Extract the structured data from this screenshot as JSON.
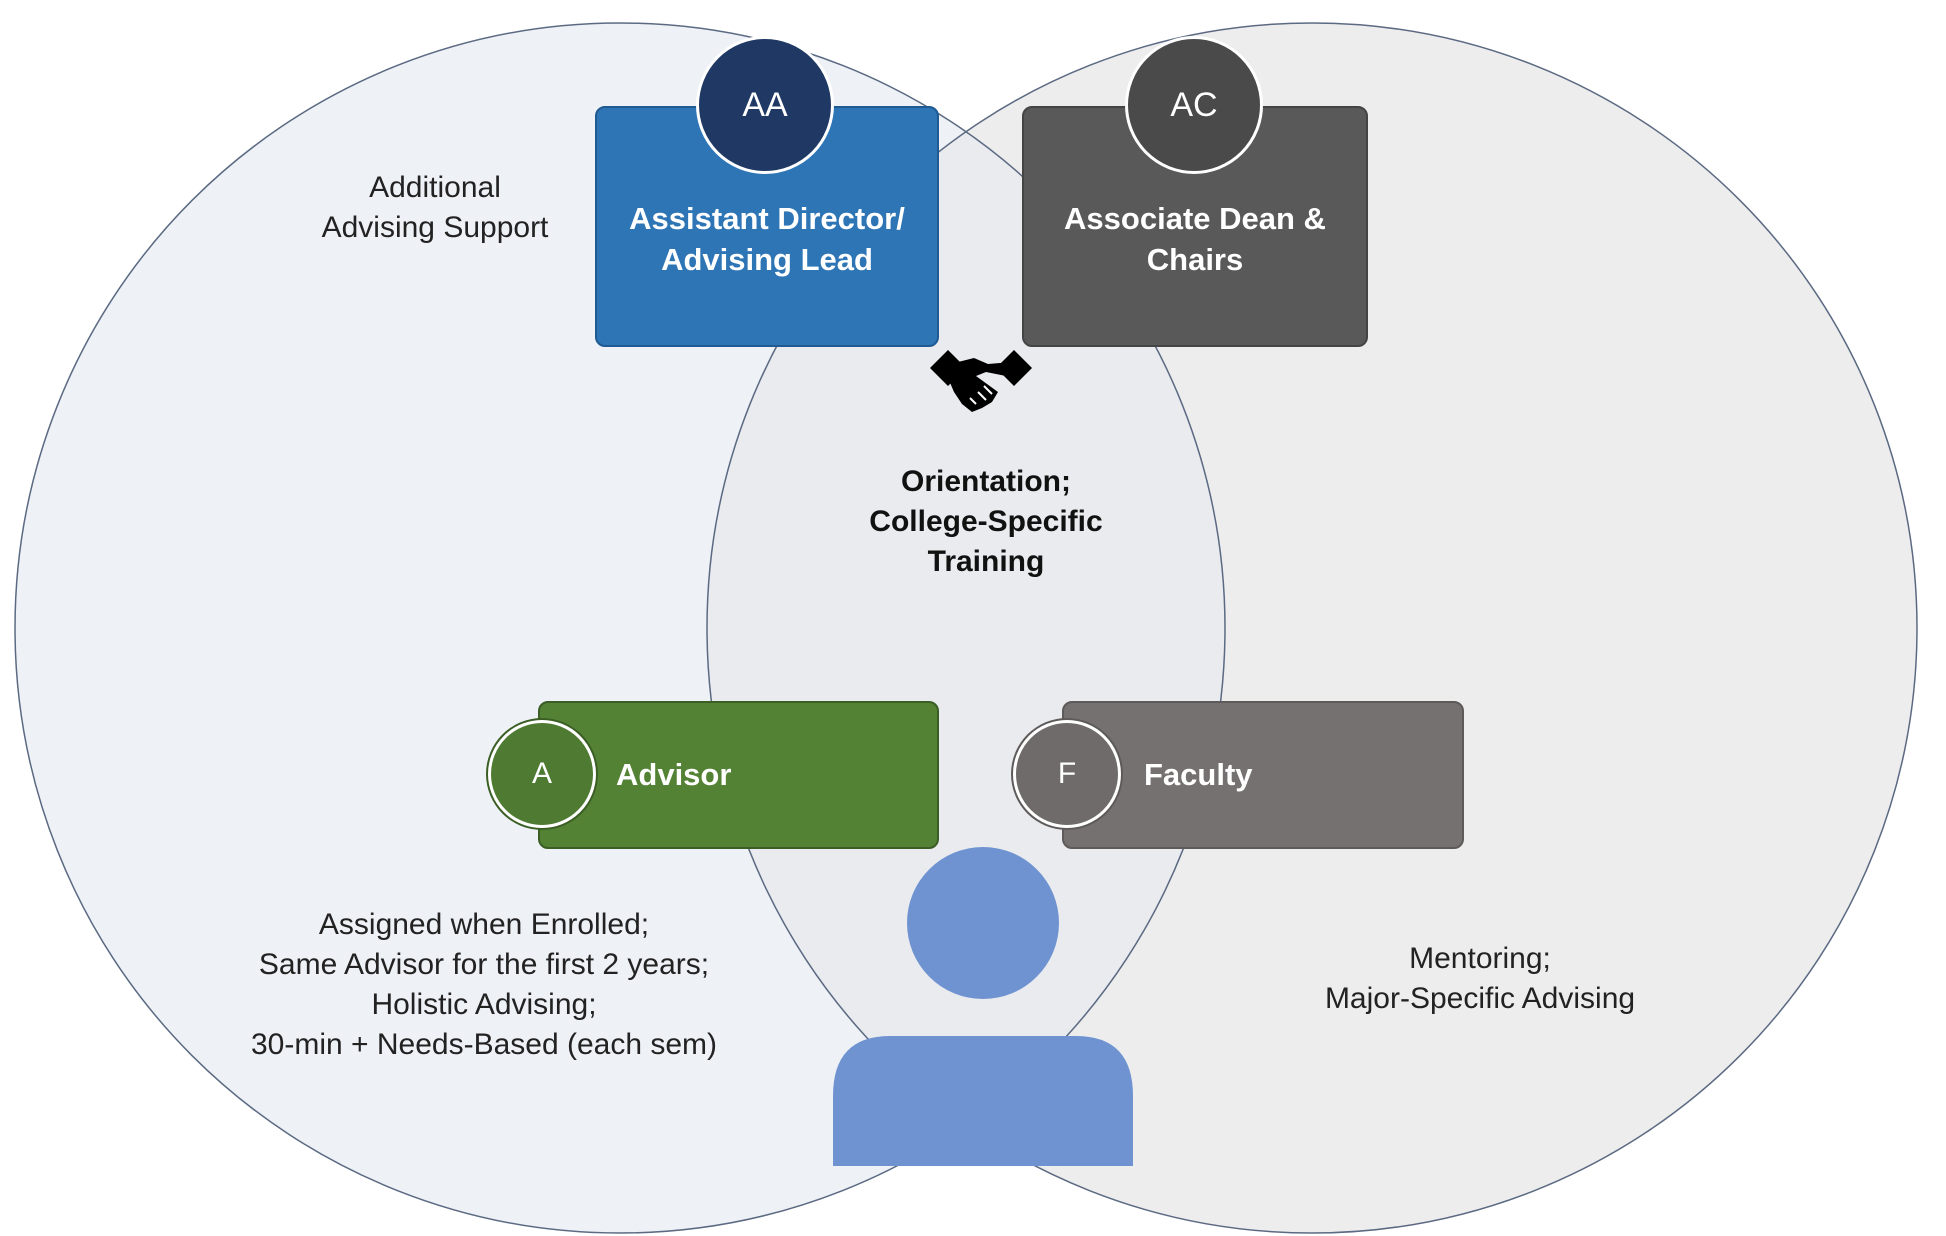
{
  "colors": {
    "left_circle_fill": "#eef1f6",
    "right_circle_fill": "#eeeded",
    "overlap_fill": "#e9ebef",
    "outline": "#5b6a82",
    "assistant_director_box": "#2e75b6",
    "assistant_director_badge": "#1f3864",
    "associate_dean_box": "#595959",
    "associate_dean_badge": "#4a4a4a",
    "advisor_box": "#548235",
    "advisor_badge": "#4e7a31",
    "faculty_box": "#767171",
    "faculty_badge": "#6f6b6b",
    "person_icon": "#6f93d1"
  },
  "left_circle_text": {
    "additional_support": [
      "Additional",
      "Advising Support"
    ],
    "advisor_notes": [
      "Assigned when Enrolled;",
      "Same Advisor for the first 2 years;",
      "Holistic Advising;",
      "30-min + Needs-Based (each sem)"
    ]
  },
  "right_circle_text": {
    "faculty_notes": [
      "Mentoring;",
      "Major-Specific Advising"
    ]
  },
  "overlap_text": [
    "Orientation;",
    "College-Specific",
    "Training"
  ],
  "roles": {
    "assistant_director": {
      "badge": "AA",
      "label_lines": [
        "Assistant Director/",
        "Advising Lead"
      ]
    },
    "associate_dean": {
      "badge": "AC",
      "label_lines": [
        "Associate Dean &",
        "Chairs"
      ]
    },
    "advisor": {
      "badge": "A",
      "label": "Advisor"
    },
    "faculty": {
      "badge": "F",
      "label": "Faculty"
    }
  },
  "icons": {
    "partnership": "handshake-icon",
    "student": "person-icon"
  }
}
